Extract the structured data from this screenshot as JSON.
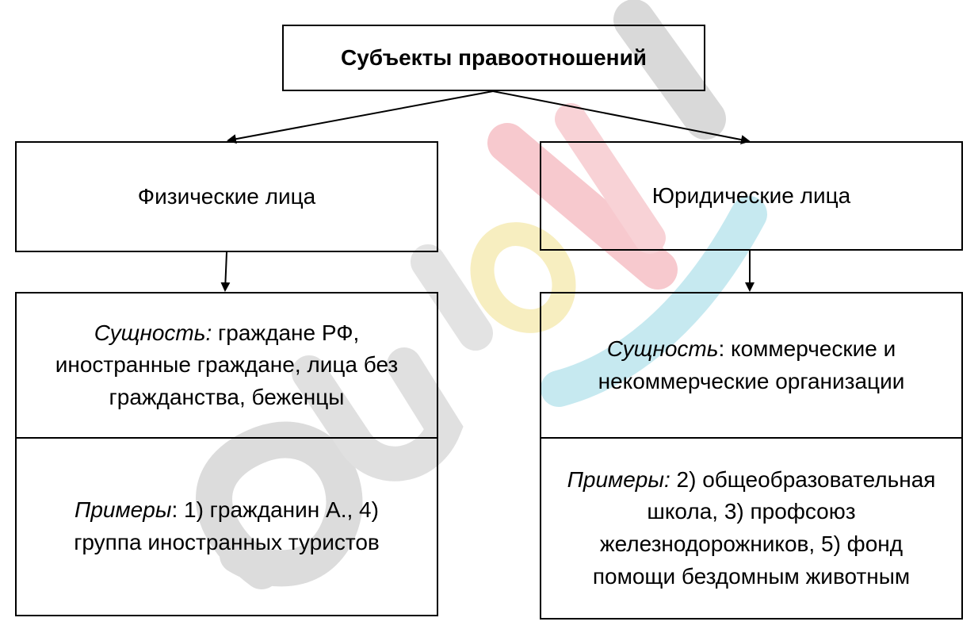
{
  "watermark": {
    "text": "eurokl",
    "colors": [
      "#d8d8d8",
      "#f6c3c8",
      "#f7edb2",
      "#bfe6ee"
    ]
  },
  "root": {
    "label": "Субъекты правоотношений"
  },
  "left": {
    "title": "Физические лица",
    "essence_label": "Сущность:",
    "essence_text": " граждане РФ, иностранные граждане, лица без гражданства, беженцы",
    "examples_label": "Примеры",
    "examples_text": ": 1) гражданин А., 4) группа иностранных туристов"
  },
  "right": {
    "title": "Юридические лица",
    "essence_label": "Сущность",
    "essence_text": ": коммерческие и некоммерческие организации",
    "examples_label": "Примеры:",
    "examples_text": " 2) общеобразовательная школа, 3) профсоюз железнодорожников, 5) фонд помощи бездомным животным"
  }
}
